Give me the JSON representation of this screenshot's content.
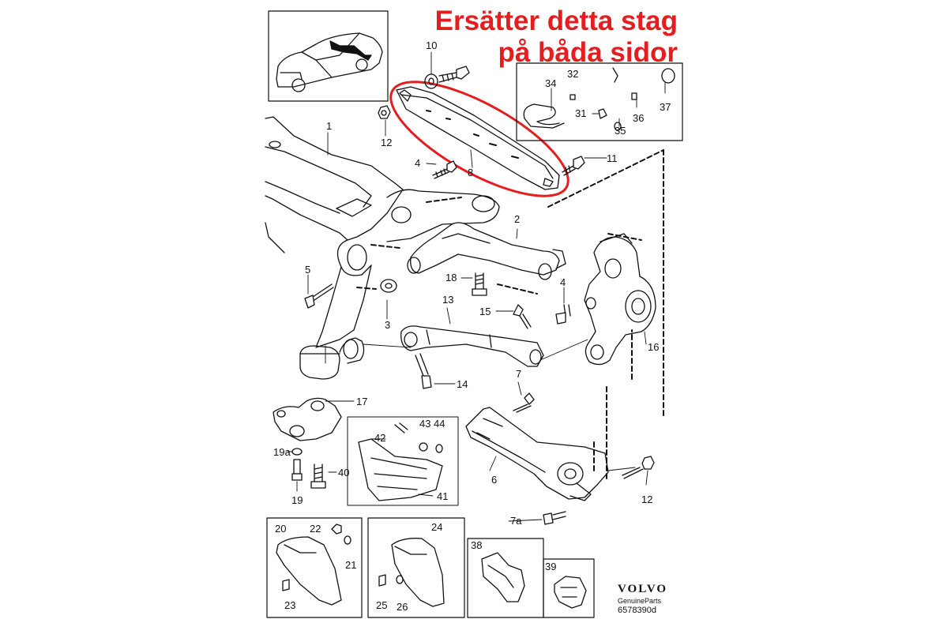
{
  "annotation": {
    "line1": "Ersätter detta stag",
    "line2": "på båda sidor",
    "color": "#e41e1e"
  },
  "callouts": [
    "1",
    "2",
    "3",
    "4",
    "4",
    "5",
    "6",
    "7",
    "7a",
    "8",
    "10",
    "11",
    "12",
    "12",
    "13",
    "14",
    "15",
    "16",
    "17",
    "18",
    "19",
    "19a",
    "20",
    "21",
    "22",
    "23",
    "24",
    "25",
    "26",
    "31",
    "32",
    "34",
    "35",
    "36",
    "37",
    "38",
    "39",
    "40",
    "41",
    "42",
    "43",
    "44"
  ],
  "footer": {
    "brand": "VOLVO",
    "subtitle": "GenuineParts",
    "code": "6578390d"
  }
}
